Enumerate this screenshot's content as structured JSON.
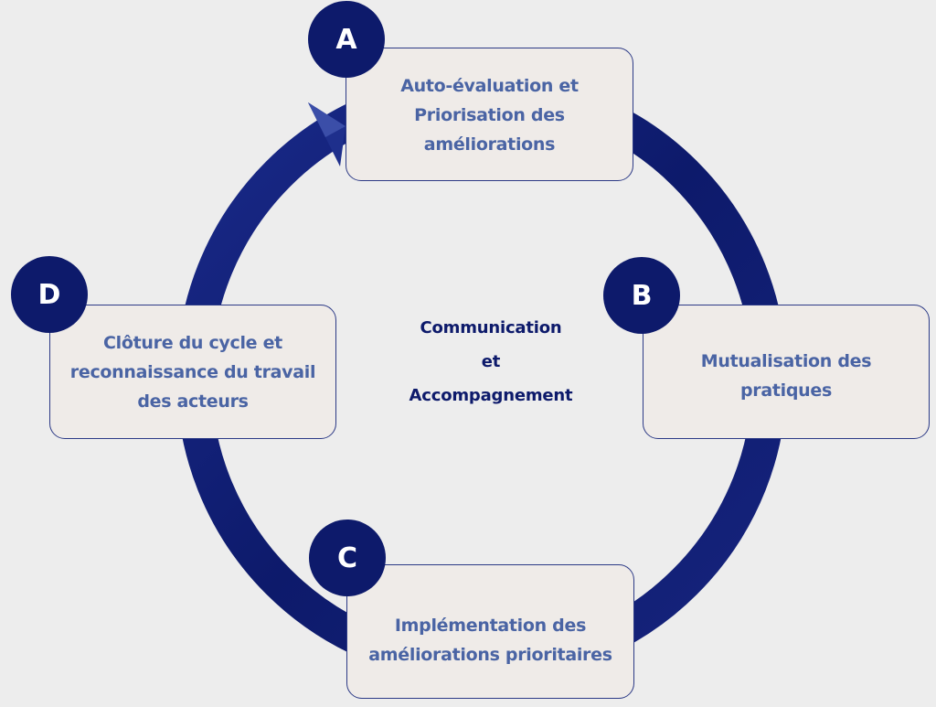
{
  "diagram": {
    "type": "cycle",
    "colors": {
      "background": "#ededed",
      "ring": "#0d1a6b",
      "badge": "#0d1a6b",
      "box_fill": "#efebe8",
      "box_border": "#2c3a86",
      "box_text": "#4a64a4",
      "center_text": "#0d1a6b"
    },
    "center": {
      "lines": [
        "Communication",
        "et",
        "Accompagnement"
      ]
    },
    "steps": [
      {
        "letter": "A",
        "text": "Auto-évaluation et\nPriorisation des\naméliorations"
      },
      {
        "letter": "B",
        "text": "Mutualisation des\npratiques"
      },
      {
        "letter": "C",
        "text": "Implémentation des\naméliorations prioritaires"
      },
      {
        "letter": "D",
        "text": "Clôture du cycle et\nreconnaissance du travail\ndes acteurs"
      }
    ],
    "flow": [
      "A",
      "B",
      "C",
      "D",
      "A"
    ],
    "direction": "clockwise"
  }
}
